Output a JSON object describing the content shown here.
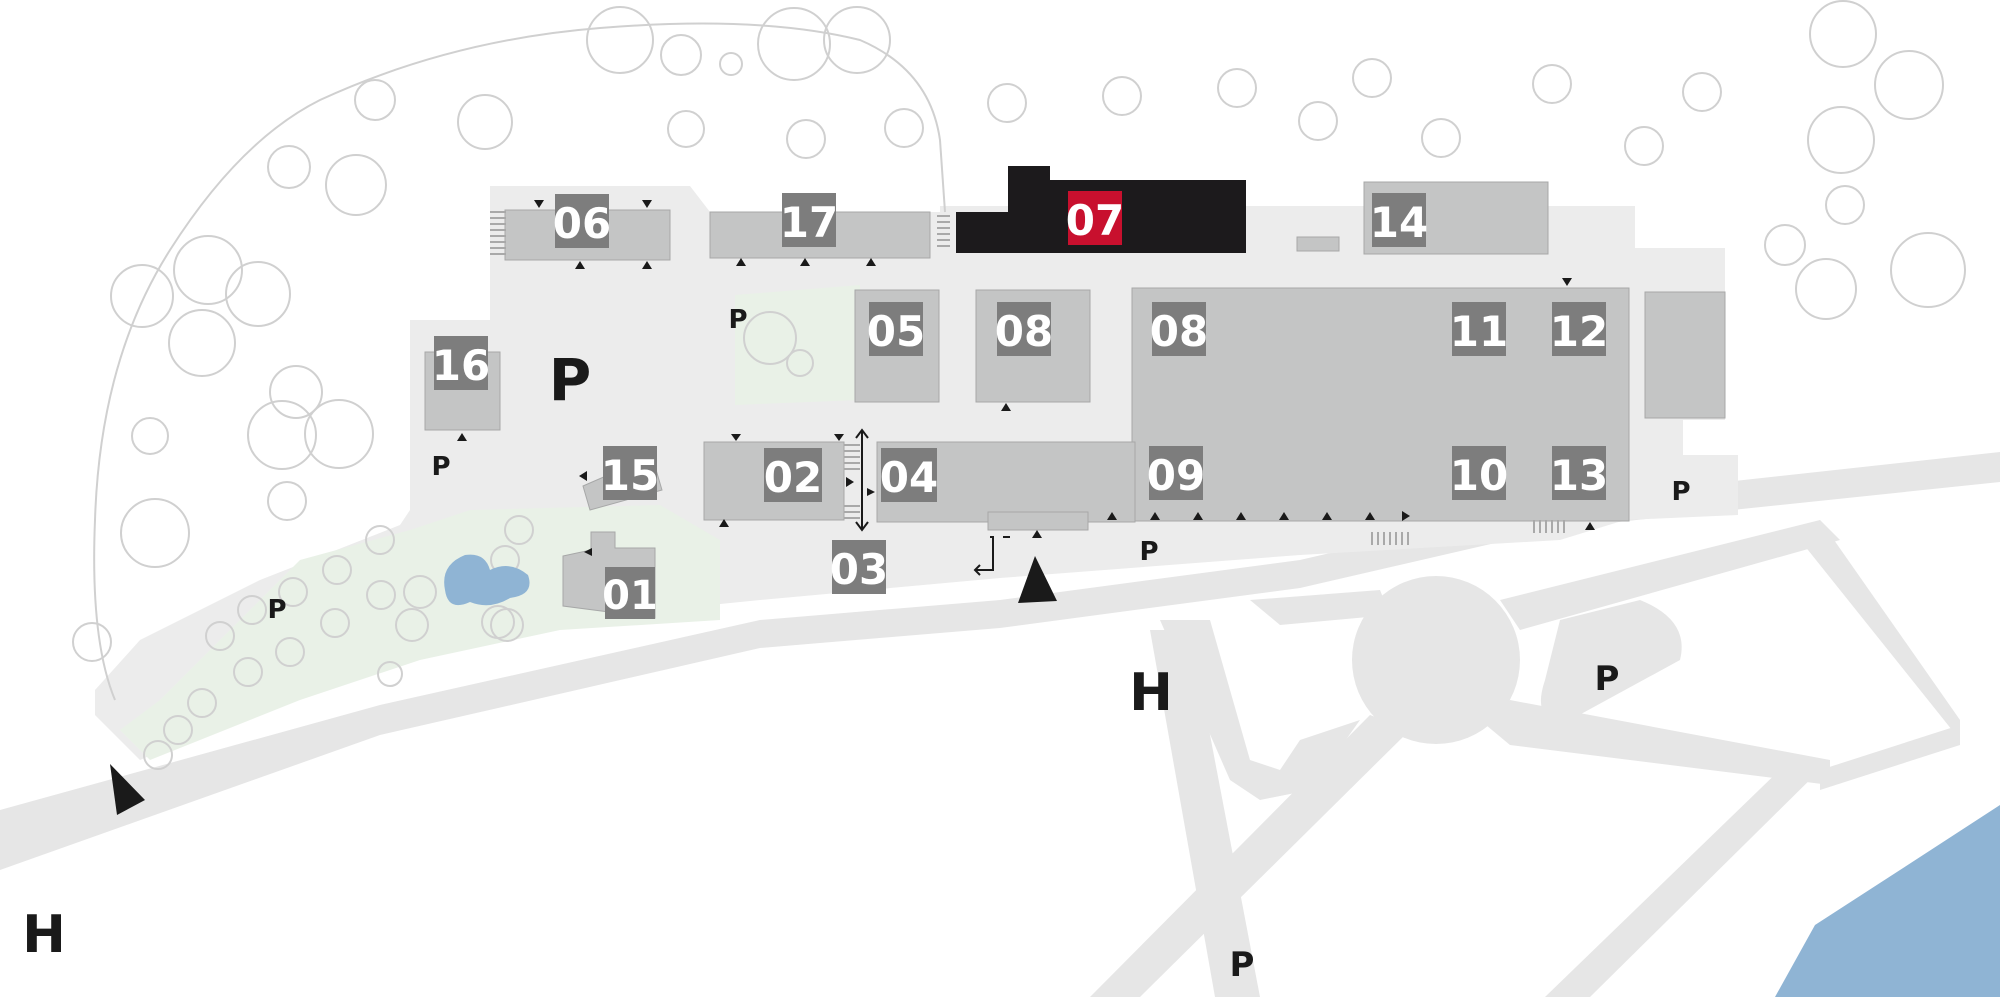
{
  "map": {
    "colors": {
      "background": "#ffffff",
      "road": "#e6e6e6",
      "campus": "#ececec",
      "building": "#c4c5c5",
      "label_bg": "#7d7d7d",
      "highlight_building": "#1c1a1c",
      "highlight_label": "#c8102e",
      "green": "#e9f1e7",
      "water": "#8fb4d4",
      "tree_outline": "#d0d0d0"
    },
    "buildings": {
      "b01": "01",
      "b02": "02",
      "b03": "03",
      "b04": "04",
      "b05": "05",
      "b06": "06",
      "b07": "07",
      "b08a": "08",
      "b08b": "08",
      "b09": "09",
      "b10": "10",
      "b11": "11",
      "b12": "12",
      "b13": "13",
      "b14": "14",
      "b15": "15",
      "b16": "16",
      "b17": "17"
    },
    "highlighted_building": "07",
    "parking": {
      "p_big": "P",
      "p1": "P",
      "p2": "P",
      "p3": "P",
      "p4": "P",
      "p5": "P",
      "p6": "P",
      "p7": "P"
    },
    "bus_stops": {
      "h1": "H",
      "h2": "H"
    },
    "icons": [
      "main-entrance-icon",
      "entrance-arrow-icon",
      "stairs-icon",
      "direction-arrow-icon",
      "tree-icon",
      "pond-icon"
    ]
  }
}
